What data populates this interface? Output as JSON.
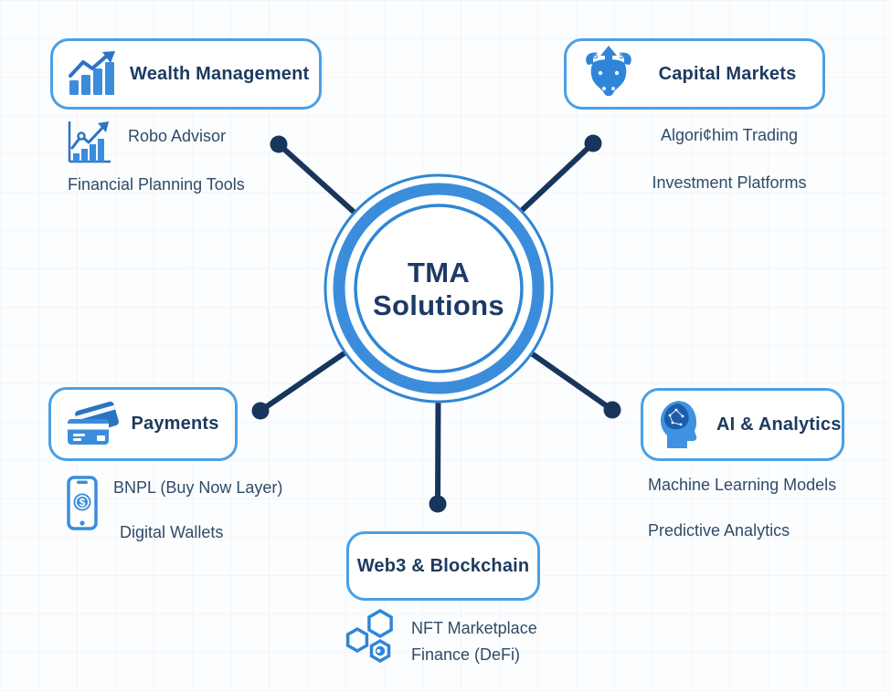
{
  "hub": {
    "line1": "TMA",
    "line2": "Solutions"
  },
  "branches": {
    "wealth": {
      "label": "Wealth Management",
      "items": [
        "Robo Advisor",
        "Financial Planning Tools"
      ]
    },
    "capital": {
      "label": "Capital Markets",
      "items": [
        "Algori¢him Trading",
        "Investment Platforms"
      ]
    },
    "payments": {
      "label": "Payments",
      "items": [
        "BNPL (Buy Now Layer)",
        "Digital Wallets"
      ]
    },
    "ai": {
      "label": "AI & Analytics",
      "items": [
        "Machine Learning Models",
        "Predictive Analytics"
      ]
    },
    "web3": {
      "label": "Web3 & Blockchain",
      "items": [
        "NFT Marketplace",
        "Finance (DeFi)"
      ]
    }
  },
  "icons": {
    "wealth_box": "bar-chart-growth-icon",
    "robo_item": "mini-chart-arrow-icon",
    "capital_box": "bull-market-icon",
    "payments_box": "credit-cards-icon",
    "wallet_item": "mobile-payment-icon",
    "ai_box": "ai-brain-head-icon",
    "web3_item": "blockchain-hexagons-icon"
  },
  "colors": {
    "accent_blue": "#3b8ddc",
    "ring_blue": "#2f86d6",
    "box_border_blue": "#4aa0e4",
    "title_navy": "#1d3a5e",
    "connector_navy": "#18365c",
    "sub_text": "#2f4b68"
  }
}
